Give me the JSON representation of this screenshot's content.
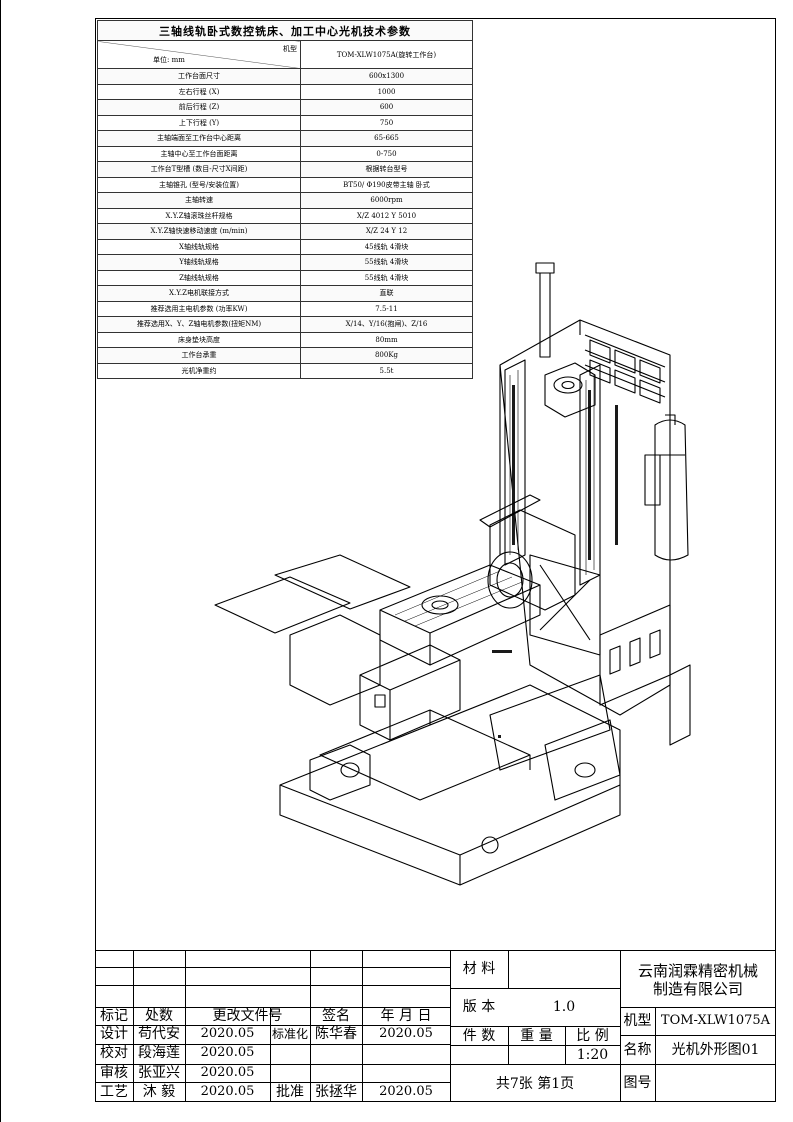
{
  "spec_table": {
    "title": "三轴线轨卧式数控铣床、加工中心光机技术参数",
    "header_model": "机型",
    "header_unit": "单位: mm",
    "model_value": "TOM-XLW1075A(旋转工作台)",
    "rows": [
      {
        "label": "工作台面尺寸",
        "value": "600x1300"
      },
      {
        "label": "左右行程 (X)",
        "value": "1000"
      },
      {
        "label": "前后行程 (Z)",
        "value": "600"
      },
      {
        "label": "上下行程 (Y)",
        "value": "750"
      },
      {
        "label": "主轴端面至工作台中心距离",
        "value": "65-665"
      },
      {
        "label": "主轴中心至工作台面距离",
        "value": "0-750"
      },
      {
        "label": "工作台T型槽 (数目-尺寸X间距)",
        "value": "根据转台型号"
      },
      {
        "label": "主轴锥孔 (型号/安装位置)",
        "value": "BT50/ Φ190皮带主轴  卧式"
      },
      {
        "label": "主轴转速",
        "value": "6000rpm"
      },
      {
        "label": "X.Y.Z轴滚珠丝杆规格",
        "value": "X/Z 4012   Y 5010"
      },
      {
        "label": "X.Y.Z轴快速移动速度 (m/min)",
        "value": "X/Z 24   Y 12"
      },
      {
        "label": "X轴线轨规格",
        "value": "45线轨  4滑块"
      },
      {
        "label": "Y轴线轨规格",
        "value": "55线轨  4滑块"
      },
      {
        "label": "Z轴线轨规格",
        "value": "55线轨  4滑块"
      },
      {
        "label": "X.Y.Z电机联接方式",
        "value": "直联"
      },
      {
        "label": "推荐选用主电机参数 (功率KW)",
        "value": "7.5-11"
      },
      {
        "label": "推荐选用X、Y、Z轴电机参数(扭矩NM)",
        "value": "X/14、Y/16(抱闸)、Z/16"
      },
      {
        "label": "床身垫块高度",
        "value": "80mm"
      },
      {
        "label": "工作台承重",
        "value": "800Kg"
      },
      {
        "label": "光机净重约",
        "value": "5.5t"
      }
    ]
  },
  "title_block": {
    "col_headers": [
      "标记",
      "处数",
      "更改文件号",
      "签名",
      "年 月 日"
    ],
    "rows": [
      {
        "role": "设计",
        "name": "苟代安",
        "date": "2020.05",
        "role2": "标准化",
        "name2": "陈华春",
        "date2": "2020.05"
      },
      {
        "role": "校对",
        "name": "段海莲",
        "date": "2020.05"
      },
      {
        "role": "审核",
        "name": "张亚兴",
        "date": "2020.05"
      },
      {
        "role": "工艺",
        "name": "沐  毅",
        "date": "2020.05",
        "role2": "批准",
        "name2": "张拯华",
        "date2": "2020.05"
      }
    ],
    "material_label": "材 料",
    "version_label": "版 本",
    "version_value": "1.0",
    "count_label": "件 数",
    "weight_label": "重 量",
    "scale_label": "比 例",
    "scale_value": "1:20",
    "sheets_text": "共7张    第1页",
    "company": "云南润霖精密机械制造有限公司",
    "company_line1": "云南润霖精密机械",
    "company_line2": "制造有限公司",
    "model_label": "机型",
    "model_value": "TOM-XLW1075A",
    "name_label": "名称",
    "name_value": "光机外形图01",
    "drawing_no_label": "图号"
  },
  "colors": {
    "line": "#000000",
    "fill_dark": "#1a1a1a",
    "fill_light": "#ffffff"
  }
}
